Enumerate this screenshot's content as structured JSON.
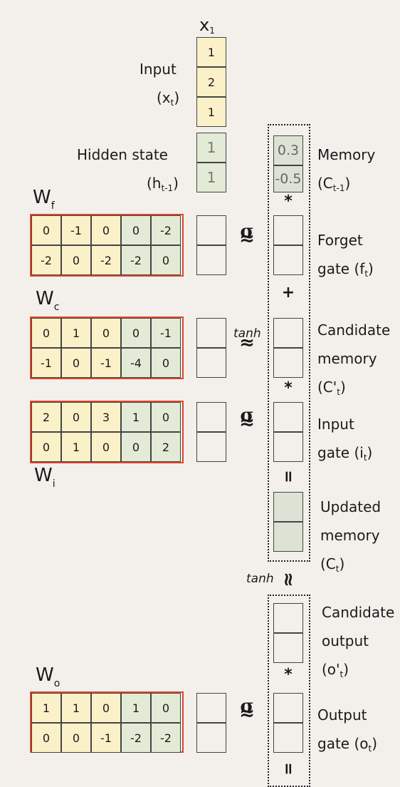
{
  "x_title": "x",
  "x_title_sub": "1",
  "input_label": "Input",
  "input_sym": "(x",
  "input_sym_sub": "t",
  "input_sym_close": ")",
  "input_values": [
    "1",
    "2",
    "1"
  ],
  "hidden_label": "Hidden state",
  "hidden_sym": "(h",
  "hidden_sym_sub": "t-1",
  "hidden_sym_close": ")",
  "hidden_values": [
    "1",
    "1"
  ],
  "memory_label": "Memory",
  "memory_sym": "(C",
  "memory_sym_sub": "t-1",
  "memory_sym_close": ")",
  "memory_values": [
    "0.3",
    "-0.5"
  ],
  "ops": {
    "mul": "*",
    "add": "+",
    "eq": "=",
    "approx": "≈",
    "sigma": "σ",
    "tanh": "tanh"
  },
  "weights": {
    "wf": {
      "name": "W",
      "sub": "f",
      "rows": [
        [
          "0",
          "-1",
          "0",
          "0",
          "-2"
        ],
        [
          "-2",
          "0",
          "-2",
          "-2",
          "0"
        ]
      ]
    },
    "wc": {
      "name": "W",
      "sub": "c",
      "rows": [
        [
          "0",
          "1",
          "0",
          "0",
          "-1"
        ],
        [
          "-1",
          "0",
          "-1",
          "-4",
          "0"
        ]
      ]
    },
    "wi": {
      "name": "W",
      "sub": "i",
      "rows": [
        [
          "2",
          "0",
          "3",
          "1",
          "0"
        ],
        [
          "0",
          "1",
          "0",
          "0",
          "2"
        ]
      ]
    },
    "wo": {
      "name": "W",
      "sub": "o",
      "rows": [
        [
          "1",
          "1",
          "0",
          "1",
          "0"
        ],
        [
          "0",
          "0",
          "-1",
          "-2",
          "-2"
        ]
      ]
    }
  },
  "forget_label1": "Forget",
  "forget_label2": "gate (f",
  "forget_sub": "t",
  "forget_close": ")",
  "cand_label1": "Candidate",
  "cand_label2": "memory",
  "cand_label3": "(C'",
  "cand_sub": "t",
  "cand_close": ")",
  "ingate_label1": "Input",
  "ingate_label2": "gate (i",
  "ingate_sub": "t",
  "ingate_close": ")",
  "upd_label1": "Updated",
  "upd_label2": "memory",
  "upd_label3": "(C",
  "upd_sub": "t",
  "upd_close": ")",
  "candout_label1": "Candidate",
  "candout_label2": "output",
  "candout_label3": "(o'",
  "candout_sub": "t",
  "candout_close": ")",
  "outgate_label1": "Output",
  "outgate_label2": "gate (o",
  "outgate_sub": "t",
  "outgate_close": ")"
}
